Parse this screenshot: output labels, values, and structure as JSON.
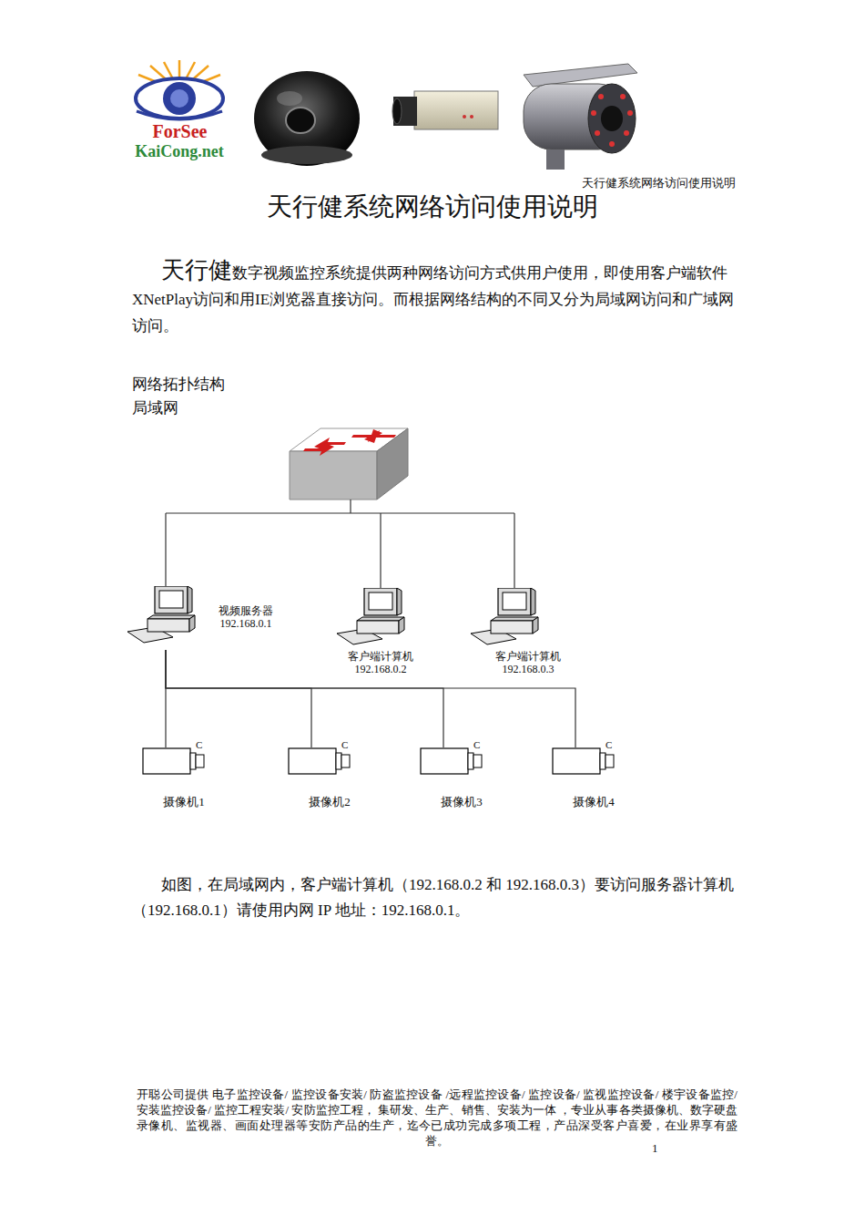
{
  "diagram": {
    "title": "天行健系统网络访问使用说明",
    "nodes": [
      {
        "text": [
          "视频服务器",
          "192.168.0.1"
        ]
      },
      {
        "text": [
          "客户端计算机",
          "192.168.0.2"
        ]
      },
      {
        "text": [
          "客户端计算机",
          "192.168.0.3"
        ]
      },
      {
        "text": [
          "摄像机1"
        ]
      },
      {
        "text": [
          "摄像机2"
        ]
      },
      {
        "text": [
          "摄像机3"
        ]
      },
      {
        "text": [
          "摄像机4"
        ]
      }
    ],
    "edges": [
      {
        "from": 0,
        "to": 3,
        "arrow": "none"
      },
      {
        "from": 0,
        "to": 4,
        "arrow": "none"
      },
      {
        "from": 0,
        "to": 5,
        "arrow": "none"
      },
      {
        "from": 0,
        "to": 6,
        "arrow": "none"
      }
    ],
    "labels": [
      "ForSee",
      "KaiCong.net",
      "天行健系统网络访问使用说明",
      "天行健",
      "数字视频监控系统提供两种网络访问方式供用户使用，即使用客户端软件XNetPlay访问和用IE浏览器直接访问。而根据网络结构的不同又分为局域网访问和广域网访问。",
      "网络拓扑结构",
      "局域网",
      "如图，在局域网内，客户端计算机（192.168.0.2 和 192.168.0.3）要访问服务器计算机（192.168.0.1）请使用内网 IP 地址：192.168.0.1。",
      "开聪公司提供 电子监控设备/ 监控设备安装/ 防盗监控设备 /远程监控设备/ 监控设备/ 监视监控设备/ 楼宇设备监控/ 安装监控设备/ 监控工程安装/ 安防监控工程， 集研发、生产、销售、安装为一体 ，专业从事各类摄像机、数字硬盘录像机、监视器、画面处理器等安防产品的生产，迄今已成功完成多项工程，产品深受客户喜爱，在业界享有盛誉。",
      "1",
      "C",
      "C",
      "C",
      "C"
    ]
  }
}
